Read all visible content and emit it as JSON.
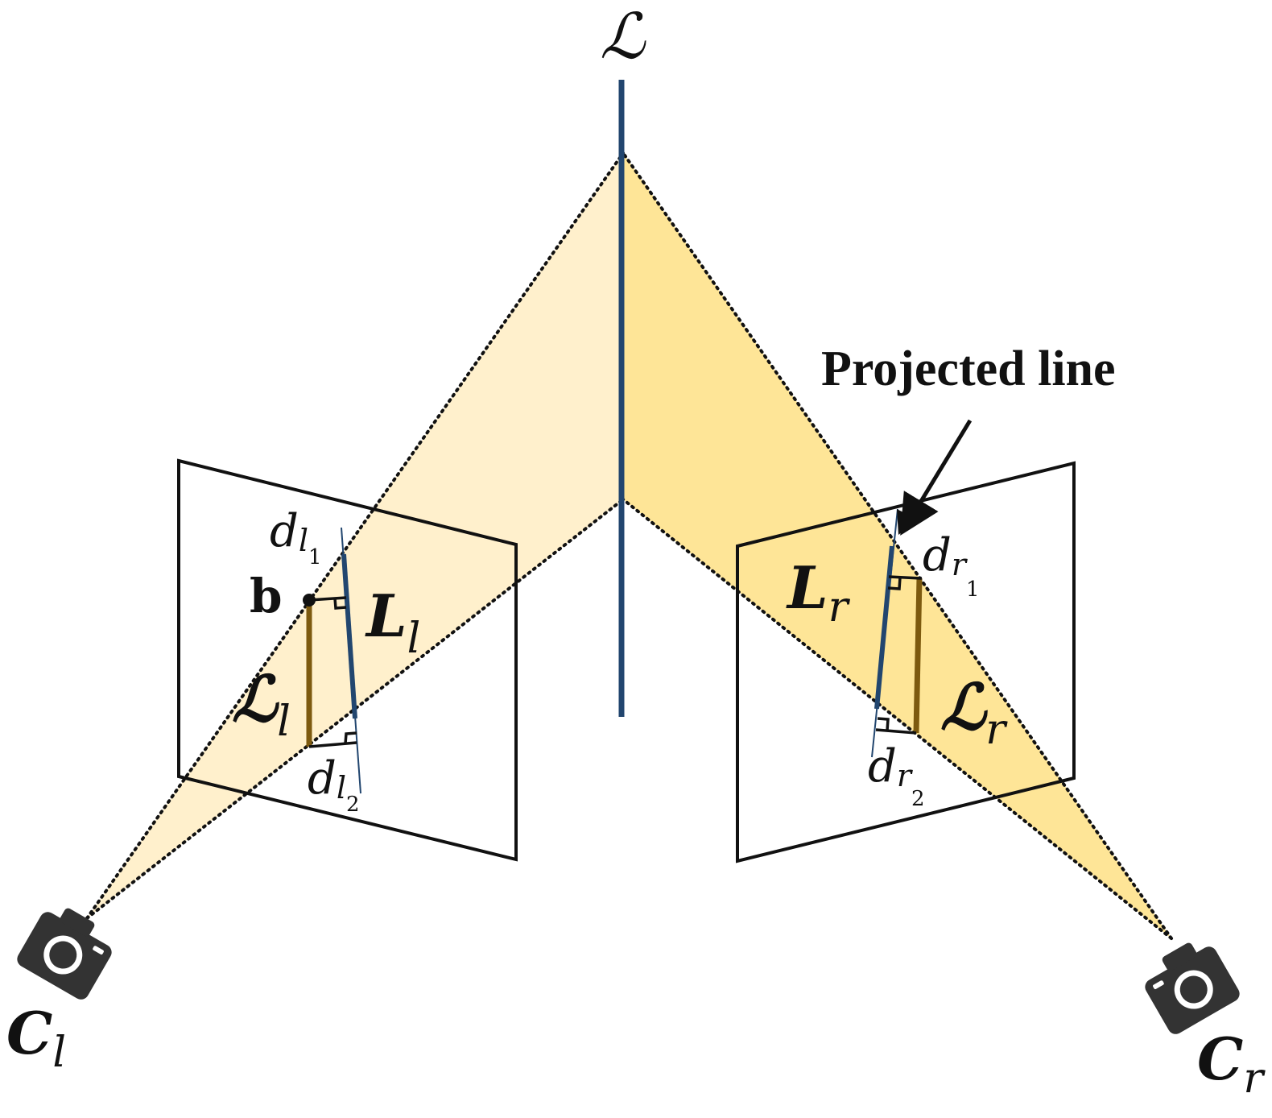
{
  "colors": {
    "cone_left": "#fff0cc",
    "cone_right": "#fee597",
    "line_3d": "#22466f",
    "projected_line": "#22466f",
    "detected_segment": "#7d5a0f",
    "outline": "#111111",
    "camera": "#333333"
  },
  "labels": {
    "line_3d": "ℒ",
    "point_b": "b",
    "proj_left_base": "L",
    "proj_left_sub": "l",
    "det_left_base": "ℒ",
    "det_left_sub": "l",
    "proj_right_base": "L",
    "proj_right_sub": "r",
    "det_right_base": "ℒ",
    "det_right_sub": "r",
    "dl1_base": "d",
    "dl1_sub": "l",
    "dl1_subsub": "1",
    "dl2_base": "d",
    "dl2_sub": "l",
    "dl2_subsub": "2",
    "dr1_base": "d",
    "dr1_sub": "r",
    "dr1_subsub": "1",
    "dr2_base": "d",
    "dr2_sub": "r",
    "dr2_subsub": "2",
    "cam_left_base": "C",
    "cam_left_sub": "l",
    "cam_right_base": "C",
    "cam_right_sub": "r",
    "callout": "Projected line"
  },
  "icons": {
    "camera_left": "camera-icon",
    "camera_right": "camera-icon"
  }
}
